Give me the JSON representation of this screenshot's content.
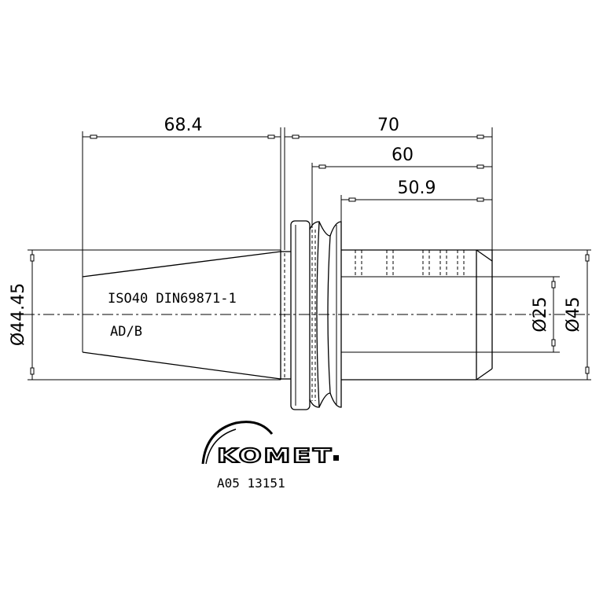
{
  "dimensions": {
    "top_left": "68.4",
    "top_right": "70",
    "second": "60",
    "third": "50.9",
    "left_diameter": "Ø44.45",
    "right_inner_diameter": "Ø25",
    "right_outer_diameter": "Ø45"
  },
  "labels": {
    "standard": "ISO40 DIN69871-1",
    "form": "AD/B"
  },
  "logo": {
    "brand": "KOMET"
  },
  "part_number": "A05 13151"
}
